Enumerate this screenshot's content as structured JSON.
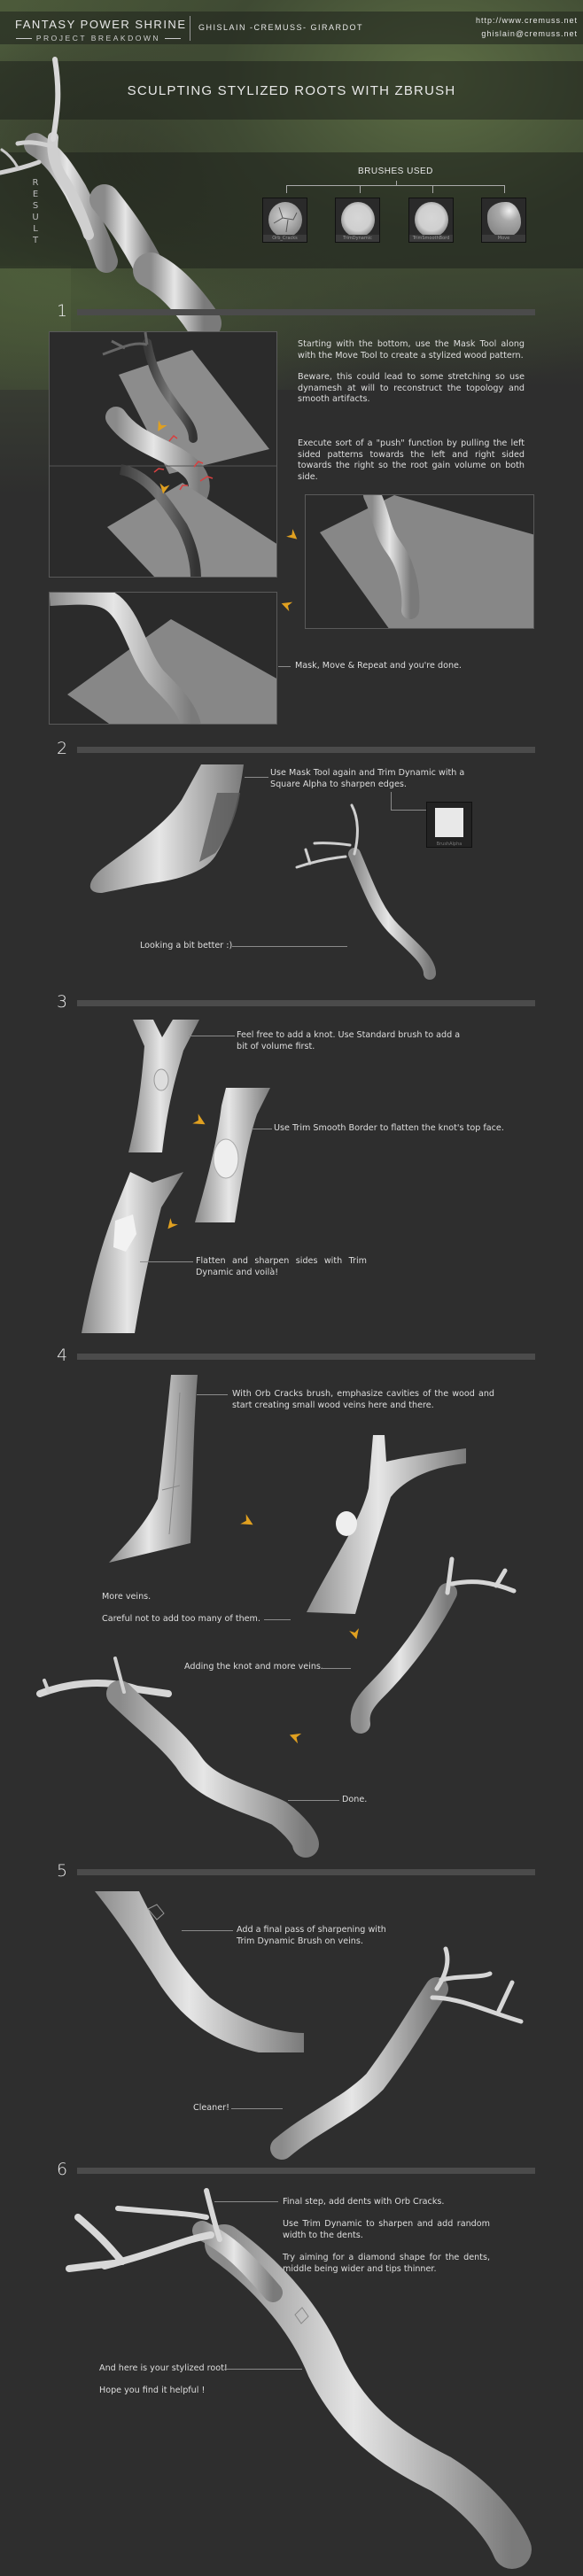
{
  "header": {
    "project_title": "FANTASY POWER SHRINE",
    "project_subtitle": "PROJECT BREAKDOWN",
    "author": "GHISLAIN -CREMUSS- GIRARDOT",
    "website": "http://www.cremuss.net",
    "email": "ghislain@cremuss.net"
  },
  "main_title": "SCULPTING STYLIZED ROOTS WITH ZBRUSH",
  "result_label": "RESULT",
  "brushes": {
    "title": "BRUSHES USED",
    "items": [
      {
        "label": "Orb_Cracks",
        "icon": "orb-cracks-brush-icon"
      },
      {
        "label": "TrimDynamic",
        "icon": "trim-dynamic-brush-icon"
      },
      {
        "label": "TrimSmoothBord",
        "icon": "trim-smooth-border-brush-icon"
      },
      {
        "label": "Move",
        "icon": "move-brush-icon"
      }
    ]
  },
  "colors": {
    "background": "#2e2e2e",
    "arrow": "#e0a020",
    "section_bar": "#4b4b4b",
    "annotation_arrow": "#d84040"
  },
  "steps": [
    {
      "number": "1",
      "texts": [
        "Starting with the bottom, use the Mask Tool along with the Move Tool to create a stylized wood pattern.",
        "Beware, this could lead to some stretching so use dynamesh at will to reconstruct the topology and smooth artifacts.",
        "Execute sort of a \"push\" function by pulling the left sided patterns towards the left and right sided towards the right so the root gain volume on both side.",
        "Mask, Move & Repeat and you're done."
      ]
    },
    {
      "number": "2",
      "texts": [
        "Use Mask Tool again and Trim Dynamic with a Square Alpha to sharpen edges.",
        "Looking a bit better :)"
      ],
      "alpha_label": "BrushAlpha"
    },
    {
      "number": "3",
      "texts": [
        "Feel free to add a knot. Use Standard brush to add a bit of volume first.",
        "Use Trim Smooth Border to flatten the knot's top face.",
        "Flatten and sharpen sides with Trim Dynamic and voilà!"
      ]
    },
    {
      "number": "4",
      "texts": [
        "With Orb Cracks brush, emphasize cavities of the wood and start creating small wood veins here and there.",
        "More veins.",
        "Careful not to add too many of them.",
        "Adding the knot and more veins.",
        "Done."
      ]
    },
    {
      "number": "5",
      "texts": [
        "Add a final pass of sharpening with Trim Dynamic Brush on veins.",
        "Cleaner!"
      ]
    },
    {
      "number": "6",
      "texts": [
        "Final step, add dents with Orb Cracks.",
        "Use Trim Dynamic to sharpen and add random width to the dents.",
        "Try aiming for a diamond shape for the dents, middle being wider and tips thinner.",
        "And here is your stylized root!",
        "Hope you find it helpful !"
      ]
    }
  ]
}
